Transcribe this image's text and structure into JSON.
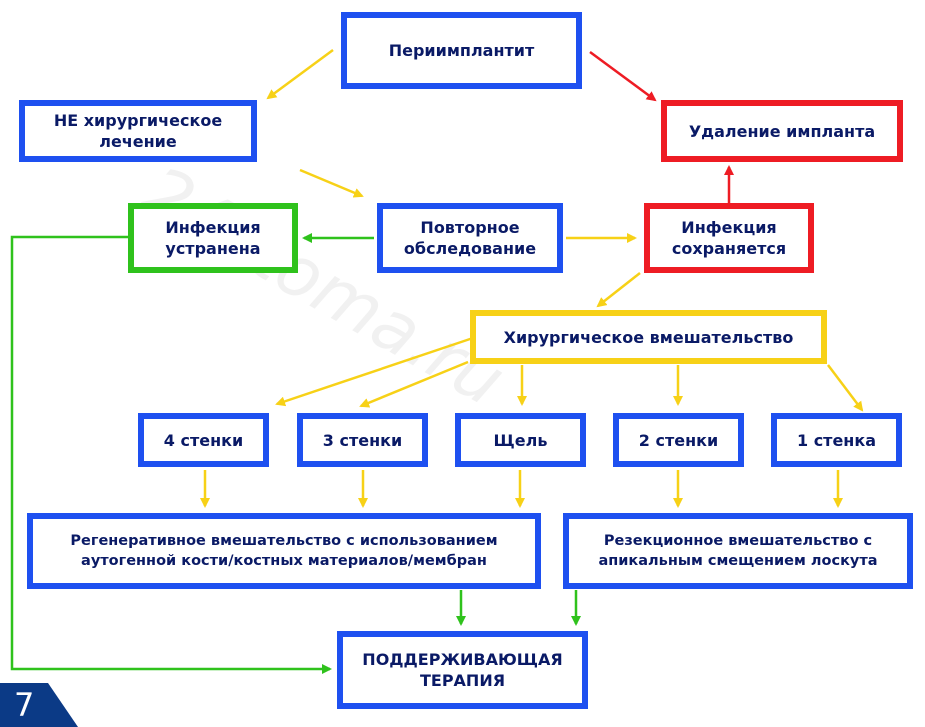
{
  "nodes": {
    "periimplantitis": "Периимплантит",
    "nonsurgical": "НЕ хирургическое\nлечение",
    "removal": "Удаление импланта",
    "resolved": "Инфекция\nустранена",
    "reexam": "Повторное\nобследование",
    "persists": "Инфекция\nсохраняется",
    "surgical": "Хирургическое вмешательство",
    "walls4": "4 стенки",
    "walls3": "3 стенки",
    "dehiscence": "Щель",
    "walls2": "2 стенки",
    "wall1": "1 стенка",
    "regenerative": "Регенеративное вмешательство с использованием\nаутогенной кости/костных материалов/мембран",
    "resective": "Резекционное вмешательство с\nапикальным смещением лоскута",
    "maintenance": "ПОДДЕРЖИВАЮЩАЯ\nТЕРАПИЯ"
  },
  "figure_number": "7",
  "watermark": "24stoma.ru",
  "colors": {
    "blue": "#1e50f0",
    "red": "#ee1c24",
    "green": "#2fc21c",
    "yellow": "#f7d117",
    "text": "#0a1a66",
    "badge": "#0b3a86"
  }
}
